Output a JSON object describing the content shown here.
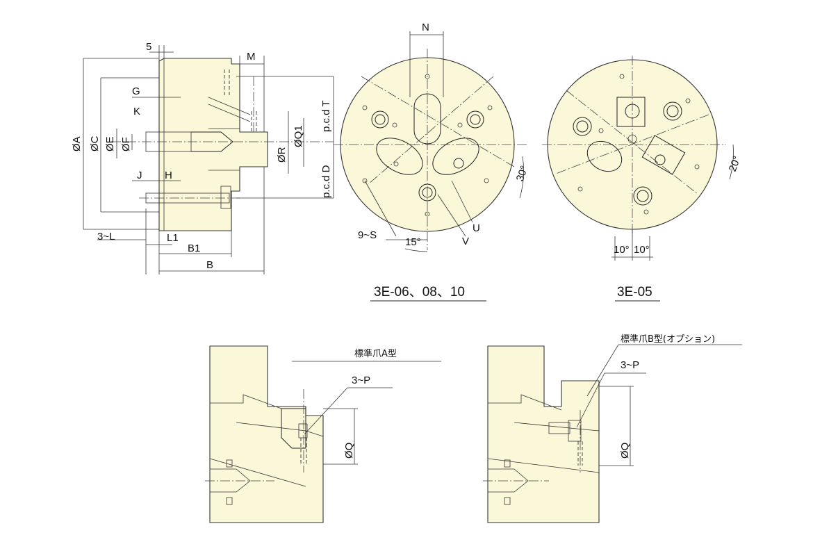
{
  "side_view": {
    "dims": {
      "five": "5",
      "M": "M",
      "G": "G",
      "K": "K",
      "A": "ØA",
      "C": "ØC",
      "E": "ØE",
      "F": "ØF",
      "J": "J",
      "H": "H",
      "L": "3~L",
      "L1": "L1",
      "B1": "B1",
      "B": "B",
      "Q1": "ØQ1",
      "R": "ØR",
      "pcdT": "p.c.d T",
      "pcdD": "p.c.d D"
    }
  },
  "front_view_a": {
    "caption": "3E-06、08、10",
    "labels": {
      "N": "N",
      "S": "9~S",
      "U": "U",
      "V": "V",
      "angle15": "15°",
      "angle30": "30°"
    }
  },
  "front_view_b": {
    "caption": "3E-05",
    "labels": {
      "angle20": "20°",
      "angle10a": "10°",
      "angle10b": "10°"
    }
  },
  "detail_a": {
    "title": "標準爪A型",
    "P": "3~P",
    "Q": "ØQ"
  },
  "detail_b": {
    "title": "標準爪B型(オプション)",
    "P": "3~P",
    "Q": "ØQ"
  },
  "colors": {
    "body_fill": "#fbf7d9",
    "line": "#222222"
  }
}
